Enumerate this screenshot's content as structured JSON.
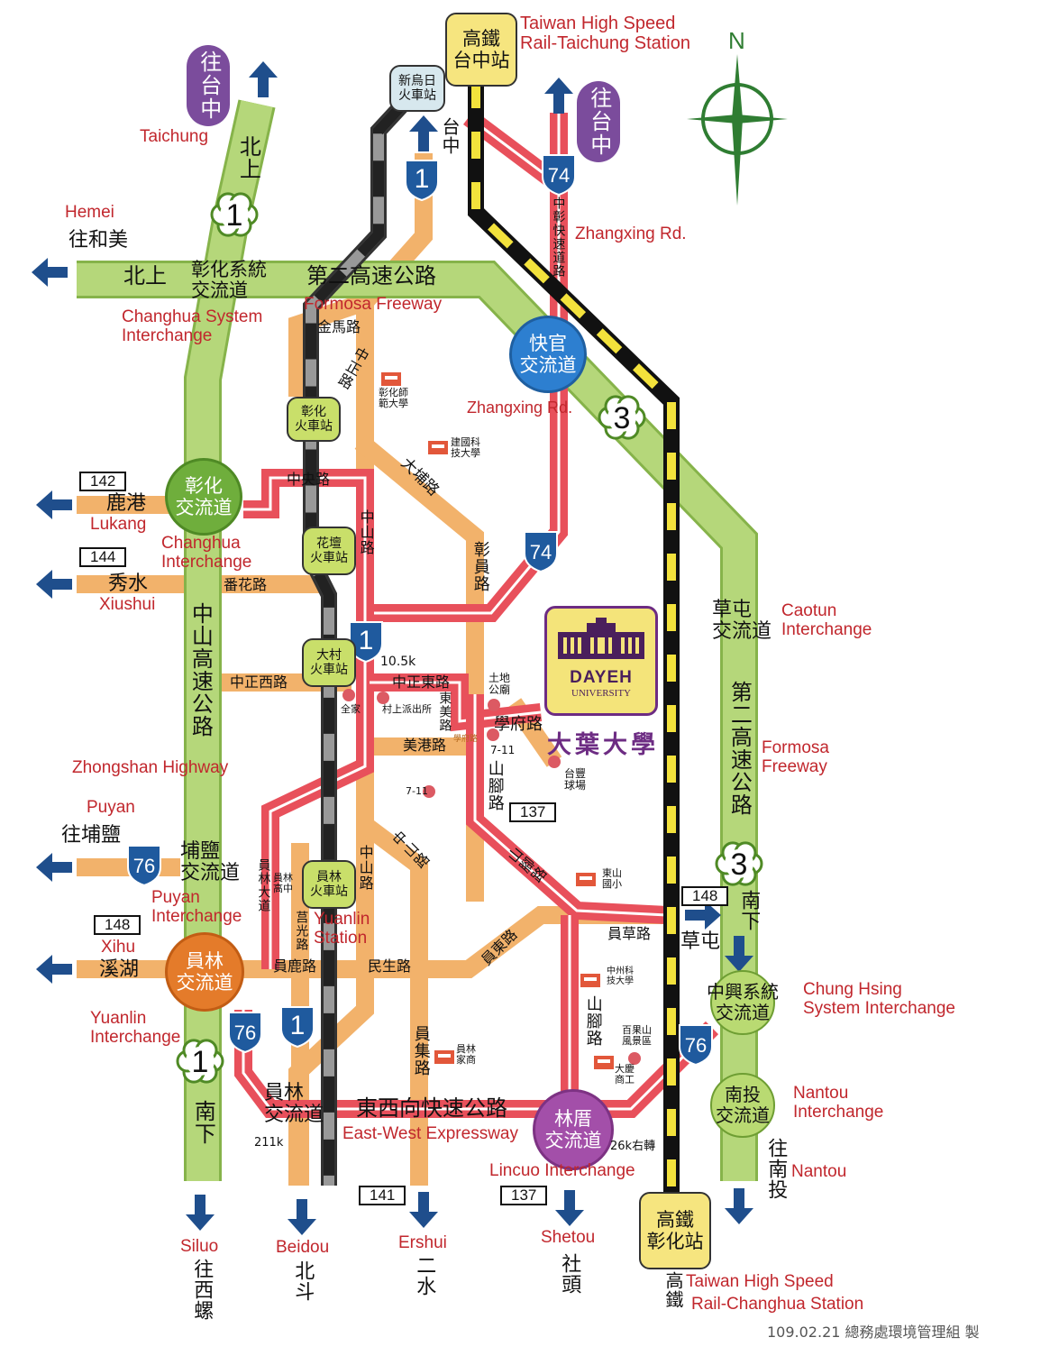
{
  "colors": {
    "highway": "#b5d77a",
    "local_road": "#f2b26b",
    "expressway": "#e8505b",
    "railway": "#555555",
    "hsr": "#111111",
    "hsr_dash": "#f3e23c",
    "arrow": "#1f4e8c",
    "english_text": "#c1272d",
    "brand_purple": "#6d2c83"
  },
  "compass": {
    "north": "N"
  },
  "stations": {
    "hsr_taichung": "高鐵\n台中站",
    "hsr_changhua": "高鐵\n彰化站",
    "xinwuri": "新烏日\n火車站",
    "changhua": "彰化\n火車站",
    "huatan": "花壇\n火車站",
    "dacun": "大村\n火車站",
    "yuanlin": "員林\n火車站"
  },
  "interchanges": {
    "kuaiguan": "快官\n交流道",
    "changhua": "彰化\n交流道",
    "yuanlin": "員林\n交流道",
    "lincuo": "林厝\n交流道",
    "puyan": "埔鹽\n交流道",
    "caotun": "草屯\n交流道",
    "chunghsing": "中興系統\n交流道",
    "nantou": "南投\n交流道",
    "changhua_system": "彰化系統\n交流道",
    "yuanlin_ew": "員林\n交流道"
  },
  "shields": {
    "hwy1": "1",
    "hwy3": "3",
    "hwy74": "74",
    "hwy76": "76"
  },
  "route_boxes": {
    "r142": "142",
    "r144": "144",
    "r148w": "148",
    "r148e": "148",
    "r137a": "137",
    "r137b": "137",
    "r141": "141"
  },
  "university": {
    "logo_name": "DAYEH",
    "logo_sub": "UNIVERSITY",
    "name_zh": "大葉大學"
  },
  "labels": {
    "taiwan_hsr_taichung": "Taiwan High Speed\nRail-Taichung Station",
    "to_taichung_1": "往台中",
    "to_taichung_2": "往台中",
    "taichung_en": "Taichung",
    "taizhong_v": "台中",
    "north_1": "北上",
    "north_2": "北上",
    "hemei_en": "Hemei",
    "to_hemei": "往和美",
    "second_freeway_top": "第二高速公路",
    "changhua_system_en": "Changhua System\nInterchange",
    "formosa_freeway_top": "Formosa Freeway",
    "zhangxing_1": "Zhangxing Rd.",
    "zhangxing_2": "Zhangxing Rd.",
    "zhongzhang_expy": "中彰快速道路",
    "jinma_rd": "金馬路",
    "zhongzheng_rd": "中正路",
    "ncue": "彰化師\n範大學",
    "ctu": "建國科\n技大學",
    "dapu_rd": "大埔路",
    "lukang_zh": "鹿港",
    "lukang_en": "Lukang",
    "zhongyang_rd": "中央路",
    "zhongshan_rd_1": "中山路",
    "changhua_ic_en": "Changhua\nInterchange",
    "xiushui_zh": "秀水",
    "xiushui_en": "Xiushui",
    "fanhua_rd": "番花路",
    "zhangyuan_rd": "彰員路",
    "zhongshan_hwy_zh": "中山高速公路",
    "zhongshan_hwy_en": "Zhongshan Highway",
    "caotun_en": "Caotun\nInterchange",
    "km_10_5": "10.5k",
    "zhongzheng_w": "中正西路",
    "zhongzheng_e": "中正東路",
    "tudigong": "土地\n公廟",
    "familymart": "全家",
    "police": "村上派出所",
    "dongmei_rd": "東美路",
    "xuefu_rd": "學府路",
    "xuefu_rd_small": "學府路",
    "second_freeway_v": "第二高速公路",
    "formosa_en": "Formosa\nFreeway",
    "meigang_rd": "美港路",
    "seven_1": "7-11",
    "seven_2": "7-11",
    "taifeng": "台豐\n球場",
    "shanjiao_1": "山腳路",
    "shanjiao_2": "山腳路",
    "shanjiao_diag": "山腳路",
    "puyan_en": "Puyan",
    "to_puyan": "往埔鹽",
    "puyan_ic_en": "Puyan\nInterchange",
    "zhongshan_rd_2": "中山路",
    "zhongshan_rd_3": "中山路",
    "yuanlin_blvd": "員林大道",
    "yuanlin_hs": "員林\n高中",
    "juguang_rd": "莒光路",
    "yuanlin_station_en": "Yuanlin\nStation",
    "xihu_en": "Xihu",
    "xihu_zh": "溪湖",
    "dongshan_es": "東山\n國小",
    "south_1": "南下",
    "south_2": "南下",
    "caotun_zh": "草屯",
    "yuancao_rd": "員草路",
    "yuandong_rd": "員東路",
    "yuanlu_rd": "員鹿路",
    "minsheng_rd": "民生路",
    "ccut": "中州科\n技大學",
    "chunghsing_en": "Chung Hsing\nSystem Interchange",
    "yuanlin_ic_en": "Yuanlin\nInterchange",
    "baiguoshan": "百果山\n風景區",
    "yuanji_rd": "員集路",
    "yuanlin_vhs": "員林\n家商",
    "daqing": "大慶\n商工",
    "nantou_ic_en": "Nantou\nInterchange",
    "ew_expy_zh": "東西向快速公路",
    "ew_expy_en": "East-West Expressway",
    "km_211": "211k",
    "km_26": "26k右轉",
    "to_nantou": "往南投",
    "nantou_en": "Nantou",
    "lincuo_en": "Lincuo Interchange",
    "siluo_en": "Siluo",
    "to_siluo": "往西螺",
    "beidou_en": "Beidou",
    "beidou_zh": "北斗",
    "ershui_en": "Ershui",
    "ershui_zh": "二水",
    "shetou_en": "Shetou",
    "shetou_zh": "社頭",
    "hsr_v": "高鐵",
    "hsr_changhua_en1": "Taiwan High Speed",
    "hsr_changhua_en2": "Rail-Changhua Station"
  },
  "footer": "109.02.21  總務處環境管理組  製"
}
